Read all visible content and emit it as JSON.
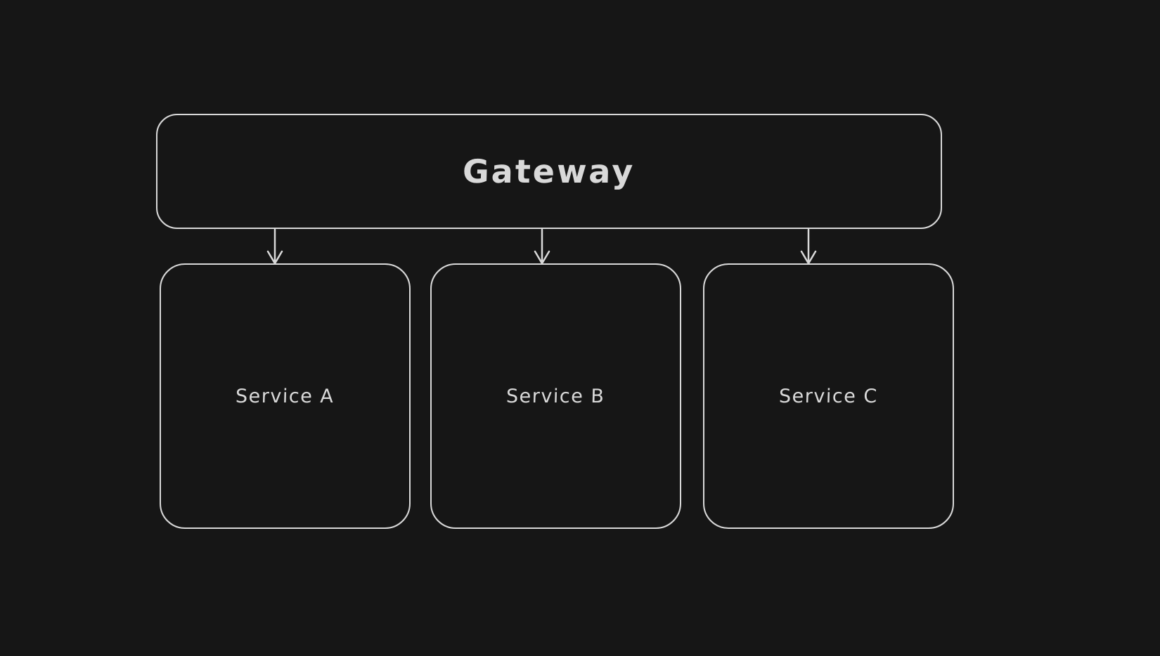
{
  "canvas": {
    "background_color": "#161616",
    "stroke_color": "#d9d9d9",
    "text_color": "#d9d9d9"
  },
  "diagram": {
    "gateway": {
      "label": "Gateway"
    },
    "services": [
      {
        "label": "Service A"
      },
      {
        "label": "Service B"
      },
      {
        "label": "Service C"
      }
    ],
    "connections": [
      {
        "from": "Gateway",
        "to": "Service A",
        "type": "arrow",
        "direction": "down"
      },
      {
        "from": "Gateway",
        "to": "Service B",
        "type": "arrow",
        "direction": "down"
      },
      {
        "from": "Gateway",
        "to": "Service C",
        "type": "arrow",
        "direction": "down"
      }
    ]
  }
}
